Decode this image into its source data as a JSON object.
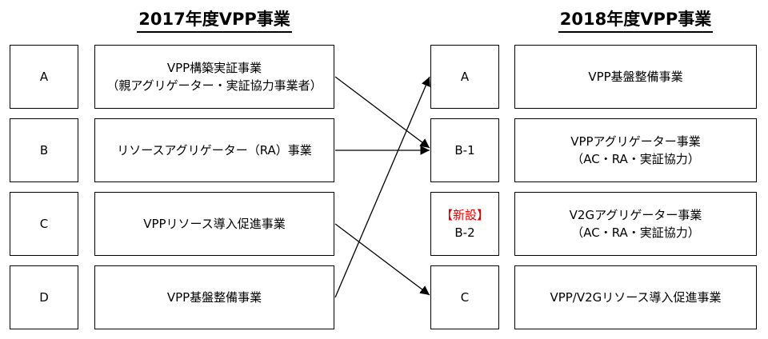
{
  "left_heading": "2017年度VPP事業",
  "right_heading": "2018年度VPP事業",
  "left_rows": [
    {
      "code": "A",
      "lines": [
        "VPP構築実証事業",
        "（親アグリゲーター・実証協力事業者）"
      ]
    },
    {
      "code": "B",
      "lines": [
        "リソースアグリゲーター（RA）事業"
      ]
    },
    {
      "code": "C",
      "lines": [
        "VPPリソース導入促進事業"
      ]
    },
    {
      "code": "D",
      "lines": [
        "VPP基盤整備事業"
      ]
    }
  ],
  "right_rows": [
    {
      "tag": "",
      "code": "A",
      "lines": [
        "VPP基盤整備事業"
      ]
    },
    {
      "tag": "",
      "code": "B-1",
      "lines": [
        "VPPアグリゲーター事業",
        "（AC・RA・実証協力）"
      ]
    },
    {
      "tag": "【新設】",
      "code": "B-2",
      "lines": [
        "V2Gアグリゲーター事業",
        "（AC・RA・実証協力）"
      ]
    },
    {
      "tag": "",
      "code": "C",
      "lines": [
        "VPP/V2Gリソース導入促進事業"
      ]
    }
  ],
  "colors": {
    "new_tag": "#e00000"
  }
}
